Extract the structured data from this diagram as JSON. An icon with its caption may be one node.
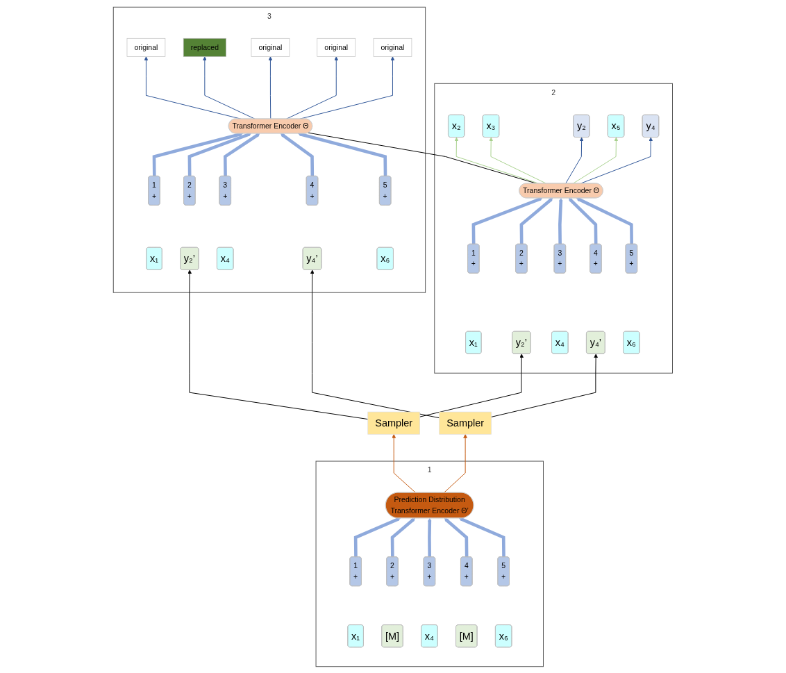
{
  "diagram": {
    "nodes": [
      {
        "text": [
          "2"
        ]
      },
      {
        "text": [
          "x₂"
        ],
        "in": 0
      },
      {
        "text": [
          "x₃"
        ],
        "in": 0
      },
      {
        "text": [
          "y₂"
        ],
        "in": 0
      },
      {
        "text": [
          "x₅"
        ],
        "in": 0
      },
      {
        "text": [
          "y₄"
        ],
        "in": 0
      },
      {
        "text": [
          "Transformer Encoder Θ"
        ],
        "in": 0
      },
      {
        "text": [
          "1",
          "+"
        ],
        "in": 0
      },
      {
        "text": [
          "2",
          "+"
        ],
        "in": 0
      },
      {
        "text": [
          "3",
          "+"
        ],
        "in": 0
      },
      {
        "text": [
          "4",
          "+"
        ],
        "in": 0
      },
      {
        "text": [
          "5",
          "+"
        ],
        "in": 0
      },
      {
        "text": [
          "x₁"
        ],
        "in": 0
      },
      {
        "text": [
          "y₂’"
        ],
        "in": 0
      },
      {
        "text": [
          "x₄"
        ],
        "in": 0
      },
      {
        "text": [
          "y₄’"
        ],
        "in": 0
      },
      {
        "text": [
          "x₆"
        ],
        "in": 0
      },
      {
        "text": [
          "3"
        ]
      },
      {
        "text": [
          "original"
        ],
        "in": 17
      },
      {
        "text": [
          "replaced"
        ],
        "in": 17
      },
      {
        "text": [
          "original"
        ],
        "in": 17
      },
      {
        "text": [
          "original"
        ],
        "in": 17
      },
      {
        "text": [
          "original"
        ],
        "in": 17
      },
      {
        "text": [
          "Transformer Encoder Θ"
        ],
        "in": 17
      },
      {
        "text": [
          "1",
          "+"
        ],
        "in": 17
      },
      {
        "text": [
          "2",
          "+"
        ],
        "in": 17
      },
      {
        "text": [
          "3",
          "+"
        ],
        "in": 17
      },
      {
        "text": [
          "4",
          "+"
        ],
        "in": 17
      },
      {
        "text": [
          "5",
          "+"
        ],
        "in": 17
      },
      {
        "text": [
          "x₁"
        ],
        "in": 17
      },
      {
        "text": [
          "y₂’"
        ],
        "in": 17
      },
      {
        "text": [
          "x₄"
        ],
        "in": 17
      },
      {
        "text": [
          "y₄’"
        ],
        "in": 17
      },
      {
        "text": [
          "x₆"
        ],
        "in": 17
      },
      {
        "text": [
          "Sampler"
        ]
      },
      {
        "text": [
          "Sampler"
        ]
      },
      {
        "text": [
          "1"
        ]
      },
      {
        "text": [
          "Prediction Distribution",
          "Transformer Encoder Θ’"
        ],
        "in": 36
      },
      {
        "text": [
          "1",
          "+"
        ],
        "in": 36
      },
      {
        "text": [
          "2",
          "+"
        ],
        "in": 36
      },
      {
        "text": [
          "3",
          "+"
        ],
        "in": 36
      },
      {
        "text": [
          "4",
          "+"
        ],
        "in": 36
      },
      {
        "text": [
          "5",
          "+"
        ],
        "in": 36
      },
      {
        "text": [
          "x₁"
        ],
        "in": 36
      },
      {
        "text": [
          "[M]"
        ],
        "in": 36
      },
      {
        "text": [
          "x₄"
        ],
        "in": 36
      },
      {
        "text": [
          "[M]"
        ],
        "in": 36
      },
      {
        "text": [
          "x₆"
        ],
        "in": 36
      }
    ],
    "edges": [
      {
        "from": 6,
        "to": 1,
        "arrow": "to",
        "color": "#a9d18e"
      },
      {
        "from": 6,
        "to": 2,
        "arrow": "to",
        "color": "#a9d18e"
      },
      {
        "from": 6,
        "to": 3,
        "arrow": "to",
        "color": "#2f5597"
      },
      {
        "from": 6,
        "to": 4,
        "arrow": "to",
        "color": "#a9d18e"
      },
      {
        "from": 6,
        "to": 5,
        "arrow": "to",
        "color": "#2f5597"
      },
      {
        "from": 7,
        "to": 6,
        "arrow": "to",
        "style": "thick",
        "color": "#8faadc"
      },
      {
        "from": 8,
        "to": 6,
        "arrow": "to",
        "style": "thick",
        "color": "#8faadc"
      },
      {
        "from": 9,
        "to": 6,
        "arrow": "to",
        "style": "thick",
        "color": "#8faadc"
      },
      {
        "from": 10,
        "to": 6,
        "arrow": "to",
        "style": "thick",
        "color": "#8faadc"
      },
      {
        "from": 11,
        "to": 6,
        "arrow": "to",
        "style": "thick",
        "color": "#8faadc"
      },
      {
        "from": 6,
        "to": 23,
        "arrow": "none",
        "color": "#000000"
      },
      {
        "from": 23,
        "to": 18,
        "arrow": "to",
        "color": "#2f5597"
      },
      {
        "from": 23,
        "to": 19,
        "arrow": "to",
        "color": "#2f5597"
      },
      {
        "from": 23,
        "to": 20,
        "arrow": "to",
        "color": "#2f5597"
      },
      {
        "from": 23,
        "to": 21,
        "arrow": "to",
        "color": "#2f5597"
      },
      {
        "from": 23,
        "to": 22,
        "arrow": "to",
        "color": "#2f5597"
      },
      {
        "from": 24,
        "to": 23,
        "arrow": "to",
        "style": "thick",
        "color": "#8faadc"
      },
      {
        "from": 25,
        "to": 23,
        "arrow": "to",
        "style": "thick",
        "color": "#8faadc"
      },
      {
        "from": 26,
        "to": 23,
        "arrow": "to",
        "style": "thick",
        "color": "#8faadc"
      },
      {
        "from": 27,
        "to": 23,
        "arrow": "to",
        "style": "thick",
        "color": "#8faadc"
      },
      {
        "from": 28,
        "to": 23,
        "arrow": "to",
        "style": "thick",
        "color": "#8faadc"
      },
      {
        "from": 34,
        "to": 13,
        "arrow": "to",
        "color": "#000000"
      },
      {
        "from": 34,
        "to": 30,
        "arrow": "to",
        "color": "#000000"
      },
      {
        "from": 35,
        "to": 15,
        "arrow": "to",
        "color": "#000000"
      },
      {
        "from": 35,
        "to": 32,
        "arrow": "to",
        "color": "#000000"
      },
      {
        "from": 37,
        "to": 34,
        "arrow": "to",
        "color": "#c55a11"
      },
      {
        "from": 37,
        "to": 35,
        "arrow": "to",
        "color": "#c55a11"
      },
      {
        "from": 38,
        "to": 37,
        "arrow": "to",
        "style": "thick",
        "color": "#8faadc"
      },
      {
        "from": 39,
        "to": 37,
        "arrow": "to",
        "style": "thick",
        "color": "#8faadc"
      },
      {
        "from": 40,
        "to": 37,
        "arrow": "to",
        "style": "thick",
        "color": "#8faadc"
      },
      {
        "from": 41,
        "to": 37,
        "arrow": "to",
        "style": "thick",
        "color": "#8faadc"
      },
      {
        "from": 42,
        "to": 37,
        "arrow": "to",
        "style": "thick",
        "color": "#8faadc"
      }
    ]
  }
}
